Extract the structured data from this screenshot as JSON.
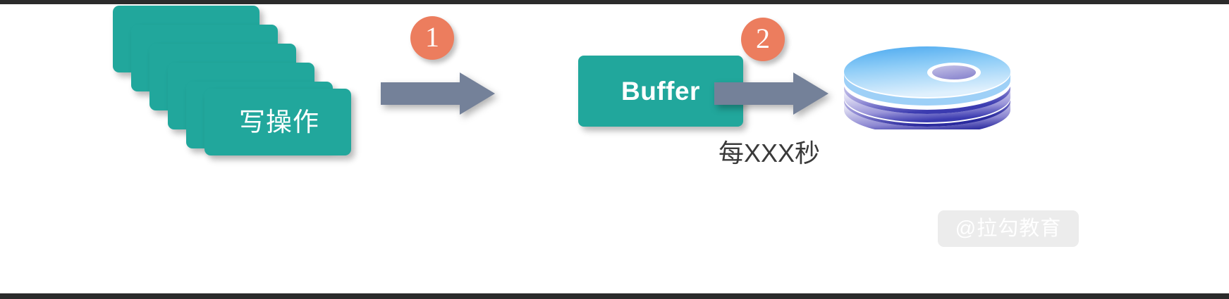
{
  "diagram": {
    "title": "write-buffer-flush-flow",
    "colors": {
      "card_teal": "#21a79c",
      "badge_orange": "#ec7d5e",
      "arrow_gray": "#748199",
      "text_dark": "#3a3a3a",
      "disc_blue": "#7fc4f5",
      "disc_purple": "#9e9ad8",
      "edge_strip": "#2b2b2b"
    },
    "source": {
      "label": "写操作",
      "card_count": 6,
      "name": "write-operations-stack"
    },
    "steps": [
      {
        "number": "1",
        "name": "step-badge-1"
      },
      {
        "number": "2",
        "name": "step-badge-2"
      }
    ],
    "buffer": {
      "label": "Buffer"
    },
    "interval": {
      "caption": "每XXX秒"
    },
    "storage": {
      "name": "database-cylinder",
      "layer_count": 3
    },
    "watermark": {
      "text": "@拉勾教育"
    }
  }
}
